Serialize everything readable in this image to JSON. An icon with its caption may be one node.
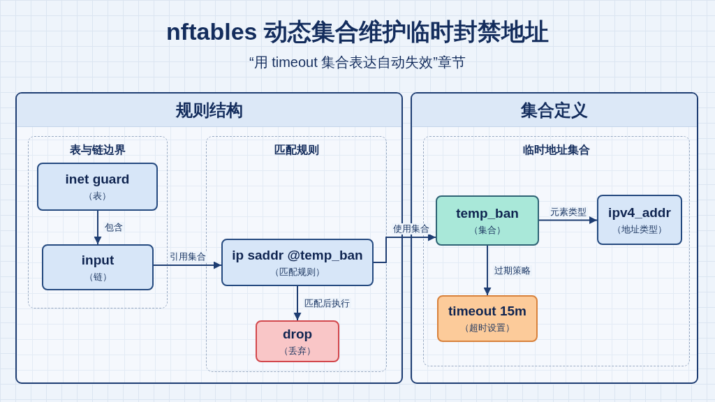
{
  "diagram": {
    "title": "nftables 动态集合维护临时封禁地址",
    "nodes": [
      {
        "text": [
          "规则结构"
        ]
      },
      {
        "text": [
          "表与链边界"
        ],
        "in": 0
      },
      {
        "text": [
          "inet guard",
          "（表）"
        ],
        "in": 1
      },
      {
        "text": [
          "input",
          "（链）"
        ],
        "in": 1
      },
      {
        "text": [
          "匹配规则"
        ],
        "in": 0
      },
      {
        "text": [
          "ip saddr @temp_ban",
          "（匹配规则）"
        ],
        "in": 4
      },
      {
        "text": [
          "drop",
          "（丢弃）"
        ],
        "in": 4
      },
      {
        "text": [
          "集合定义"
        ]
      },
      {
        "text": [
          "临时地址集合"
        ],
        "in": 7
      },
      {
        "text": [
          "temp_ban",
          "（集合）"
        ],
        "in": 8
      },
      {
        "text": [
          "ipv4_addr",
          "（地址类型）"
        ],
        "in": 8
      },
      {
        "text": [
          "timeout 15m",
          "（超时设置）"
        ],
        "in": 8
      }
    ],
    "edges": [
      {
        "from": 2,
        "to": 3,
        "arrow": "to",
        "label": "包含"
      },
      {
        "from": 3,
        "to": 5,
        "arrow": "to",
        "label": "引用集合"
      },
      {
        "from": 5,
        "to": 9,
        "arrow": "to",
        "label": "使用集合"
      },
      {
        "from": 9,
        "to": 10,
        "arrow": "to",
        "label": "元素类型"
      },
      {
        "from": 9,
        "to": 11,
        "arrow": "to",
        "label": "过期策略"
      },
      {
        "from": 5,
        "to": 6,
        "arrow": "to",
        "label": "匹配后执行"
      }
    ],
    "labels": [
      "“用 timeout 集合表达自动失效”章节"
    ]
  }
}
